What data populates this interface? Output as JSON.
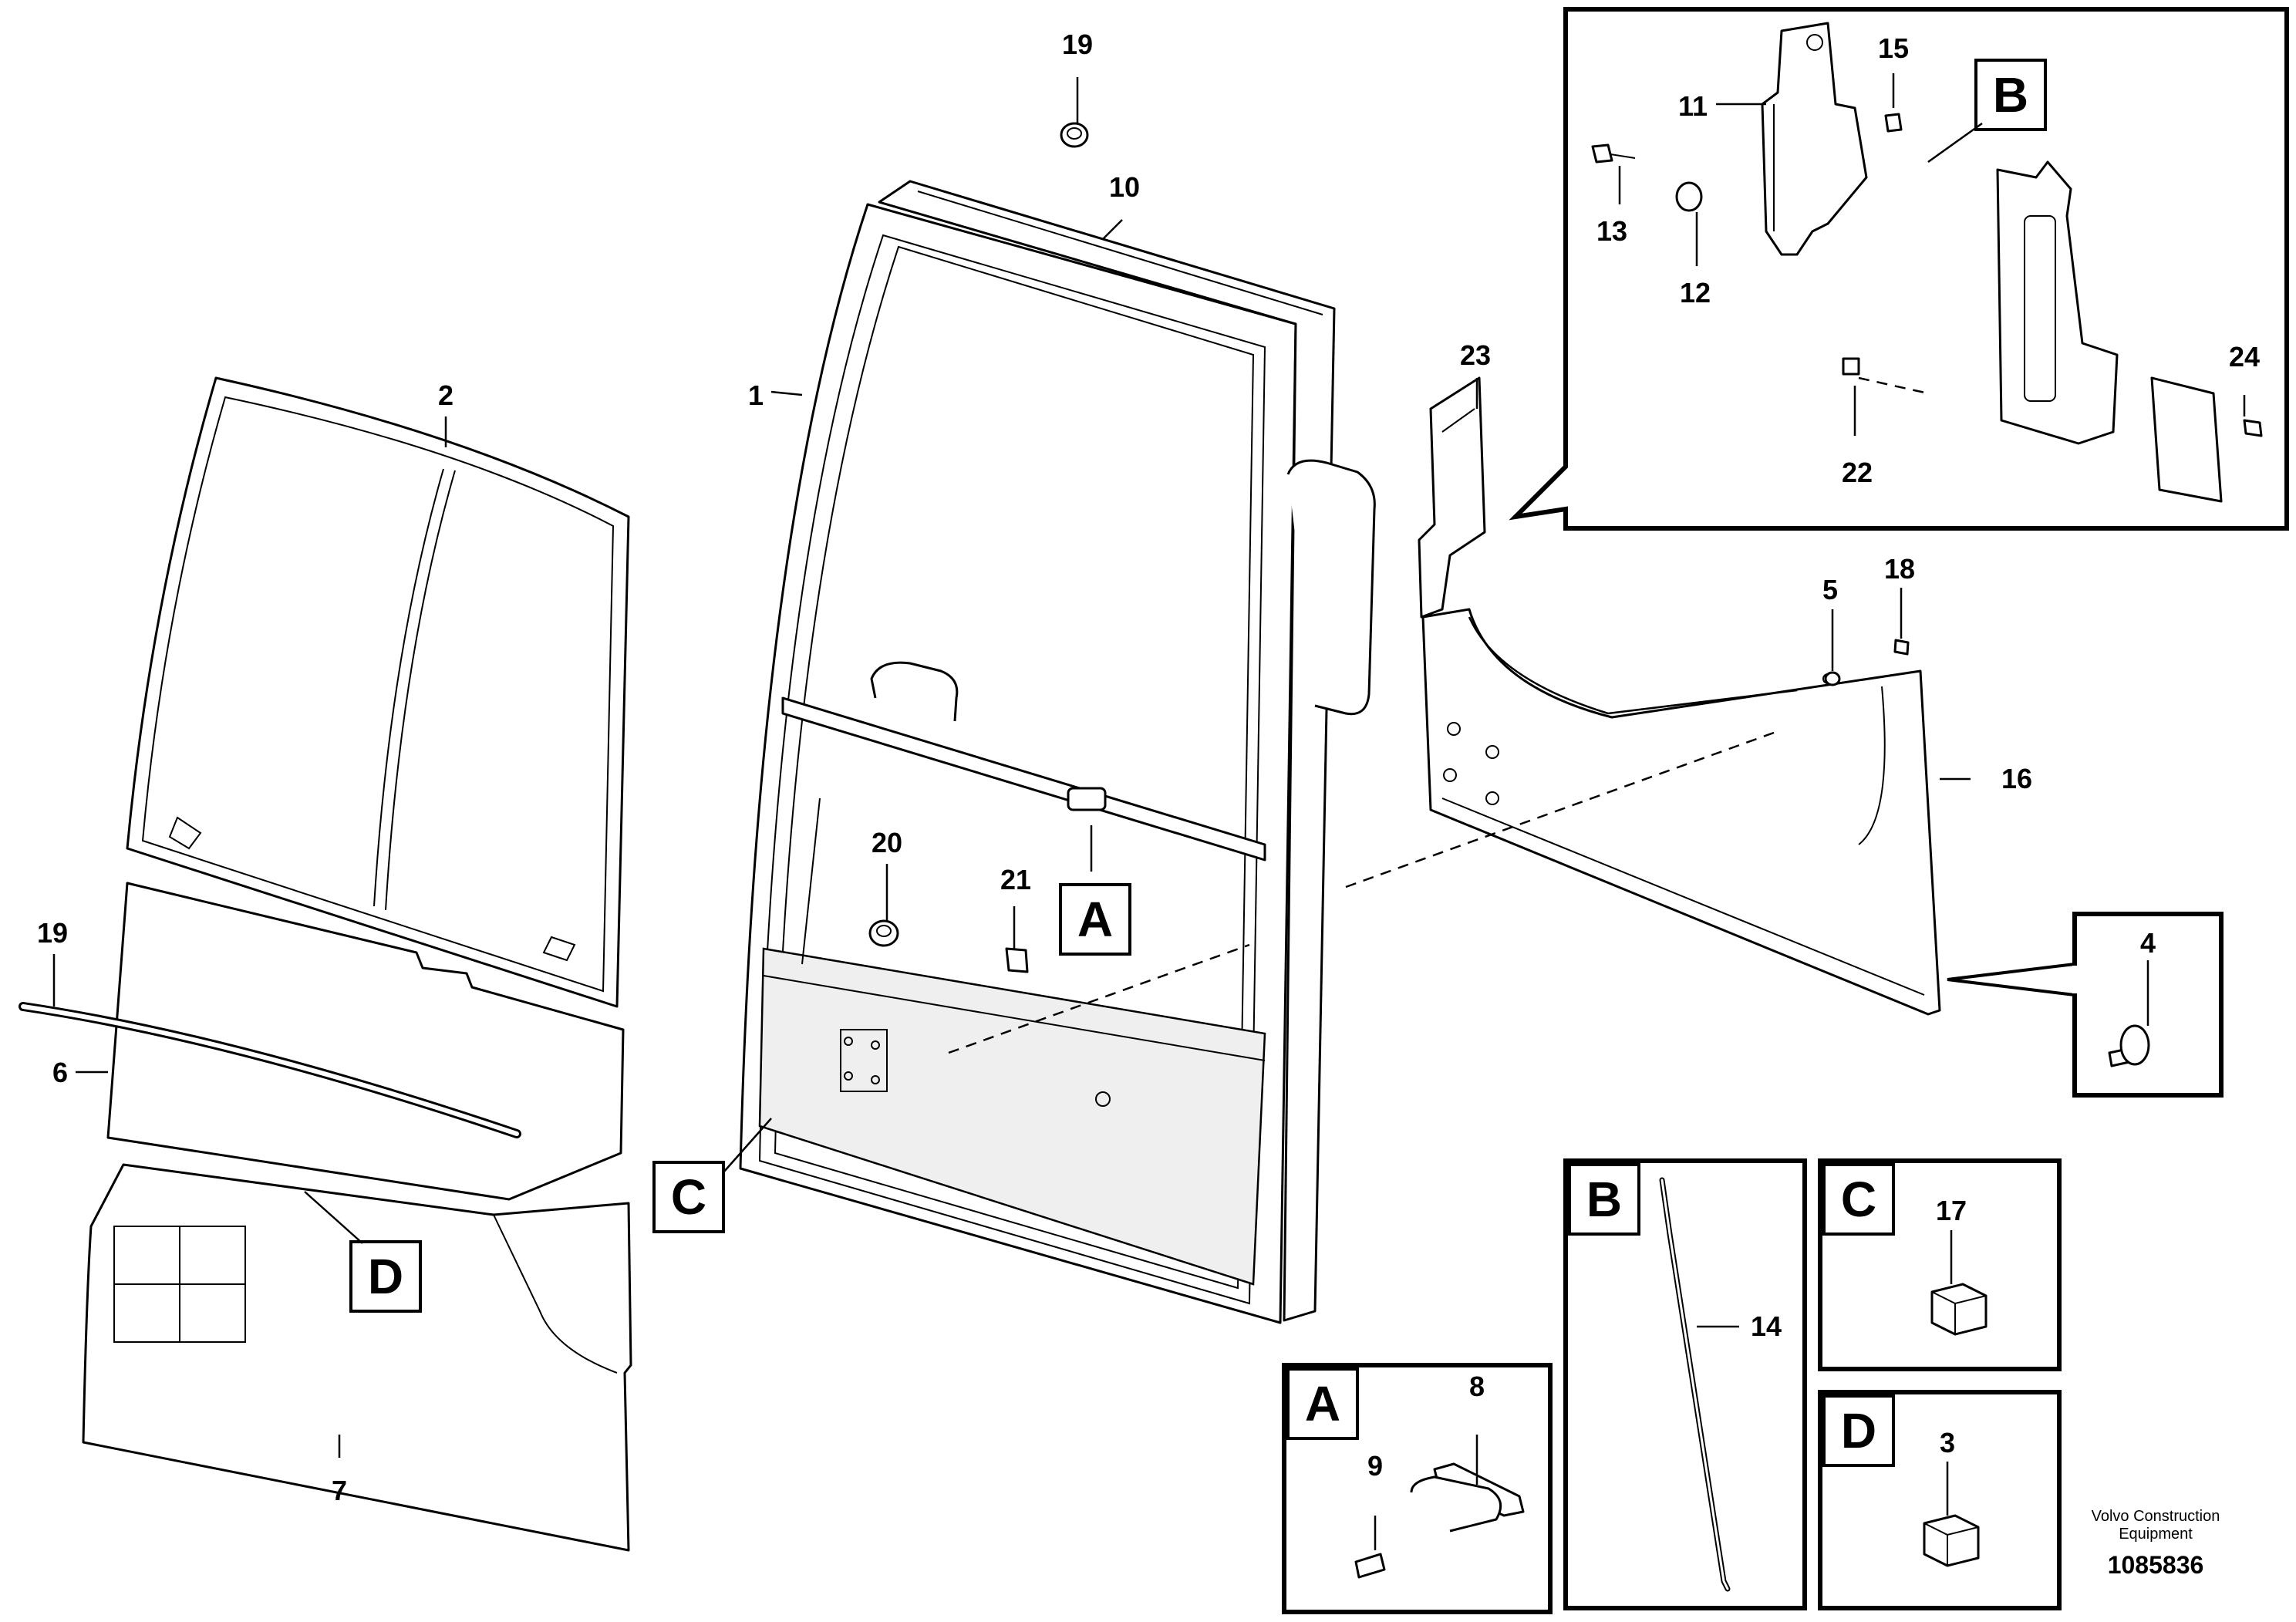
{
  "diagram": {
    "part_labels": [
      "1",
      "2",
      "3",
      "4",
      "5",
      "6",
      "7",
      "8",
      "9",
      "10",
      "11",
      "12",
      "13",
      "14",
      "15",
      "16",
      "17",
      "18",
      "19",
      "20",
      "20",
      "21",
      "22",
      "23",
      "24"
    ],
    "view_letters": {
      "A": "A",
      "B": "B",
      "C": "C",
      "D": "D"
    },
    "footer": {
      "company_line1": "Volvo Construction",
      "company_line2": "Equipment",
      "drawing_number": "1085836"
    }
  }
}
